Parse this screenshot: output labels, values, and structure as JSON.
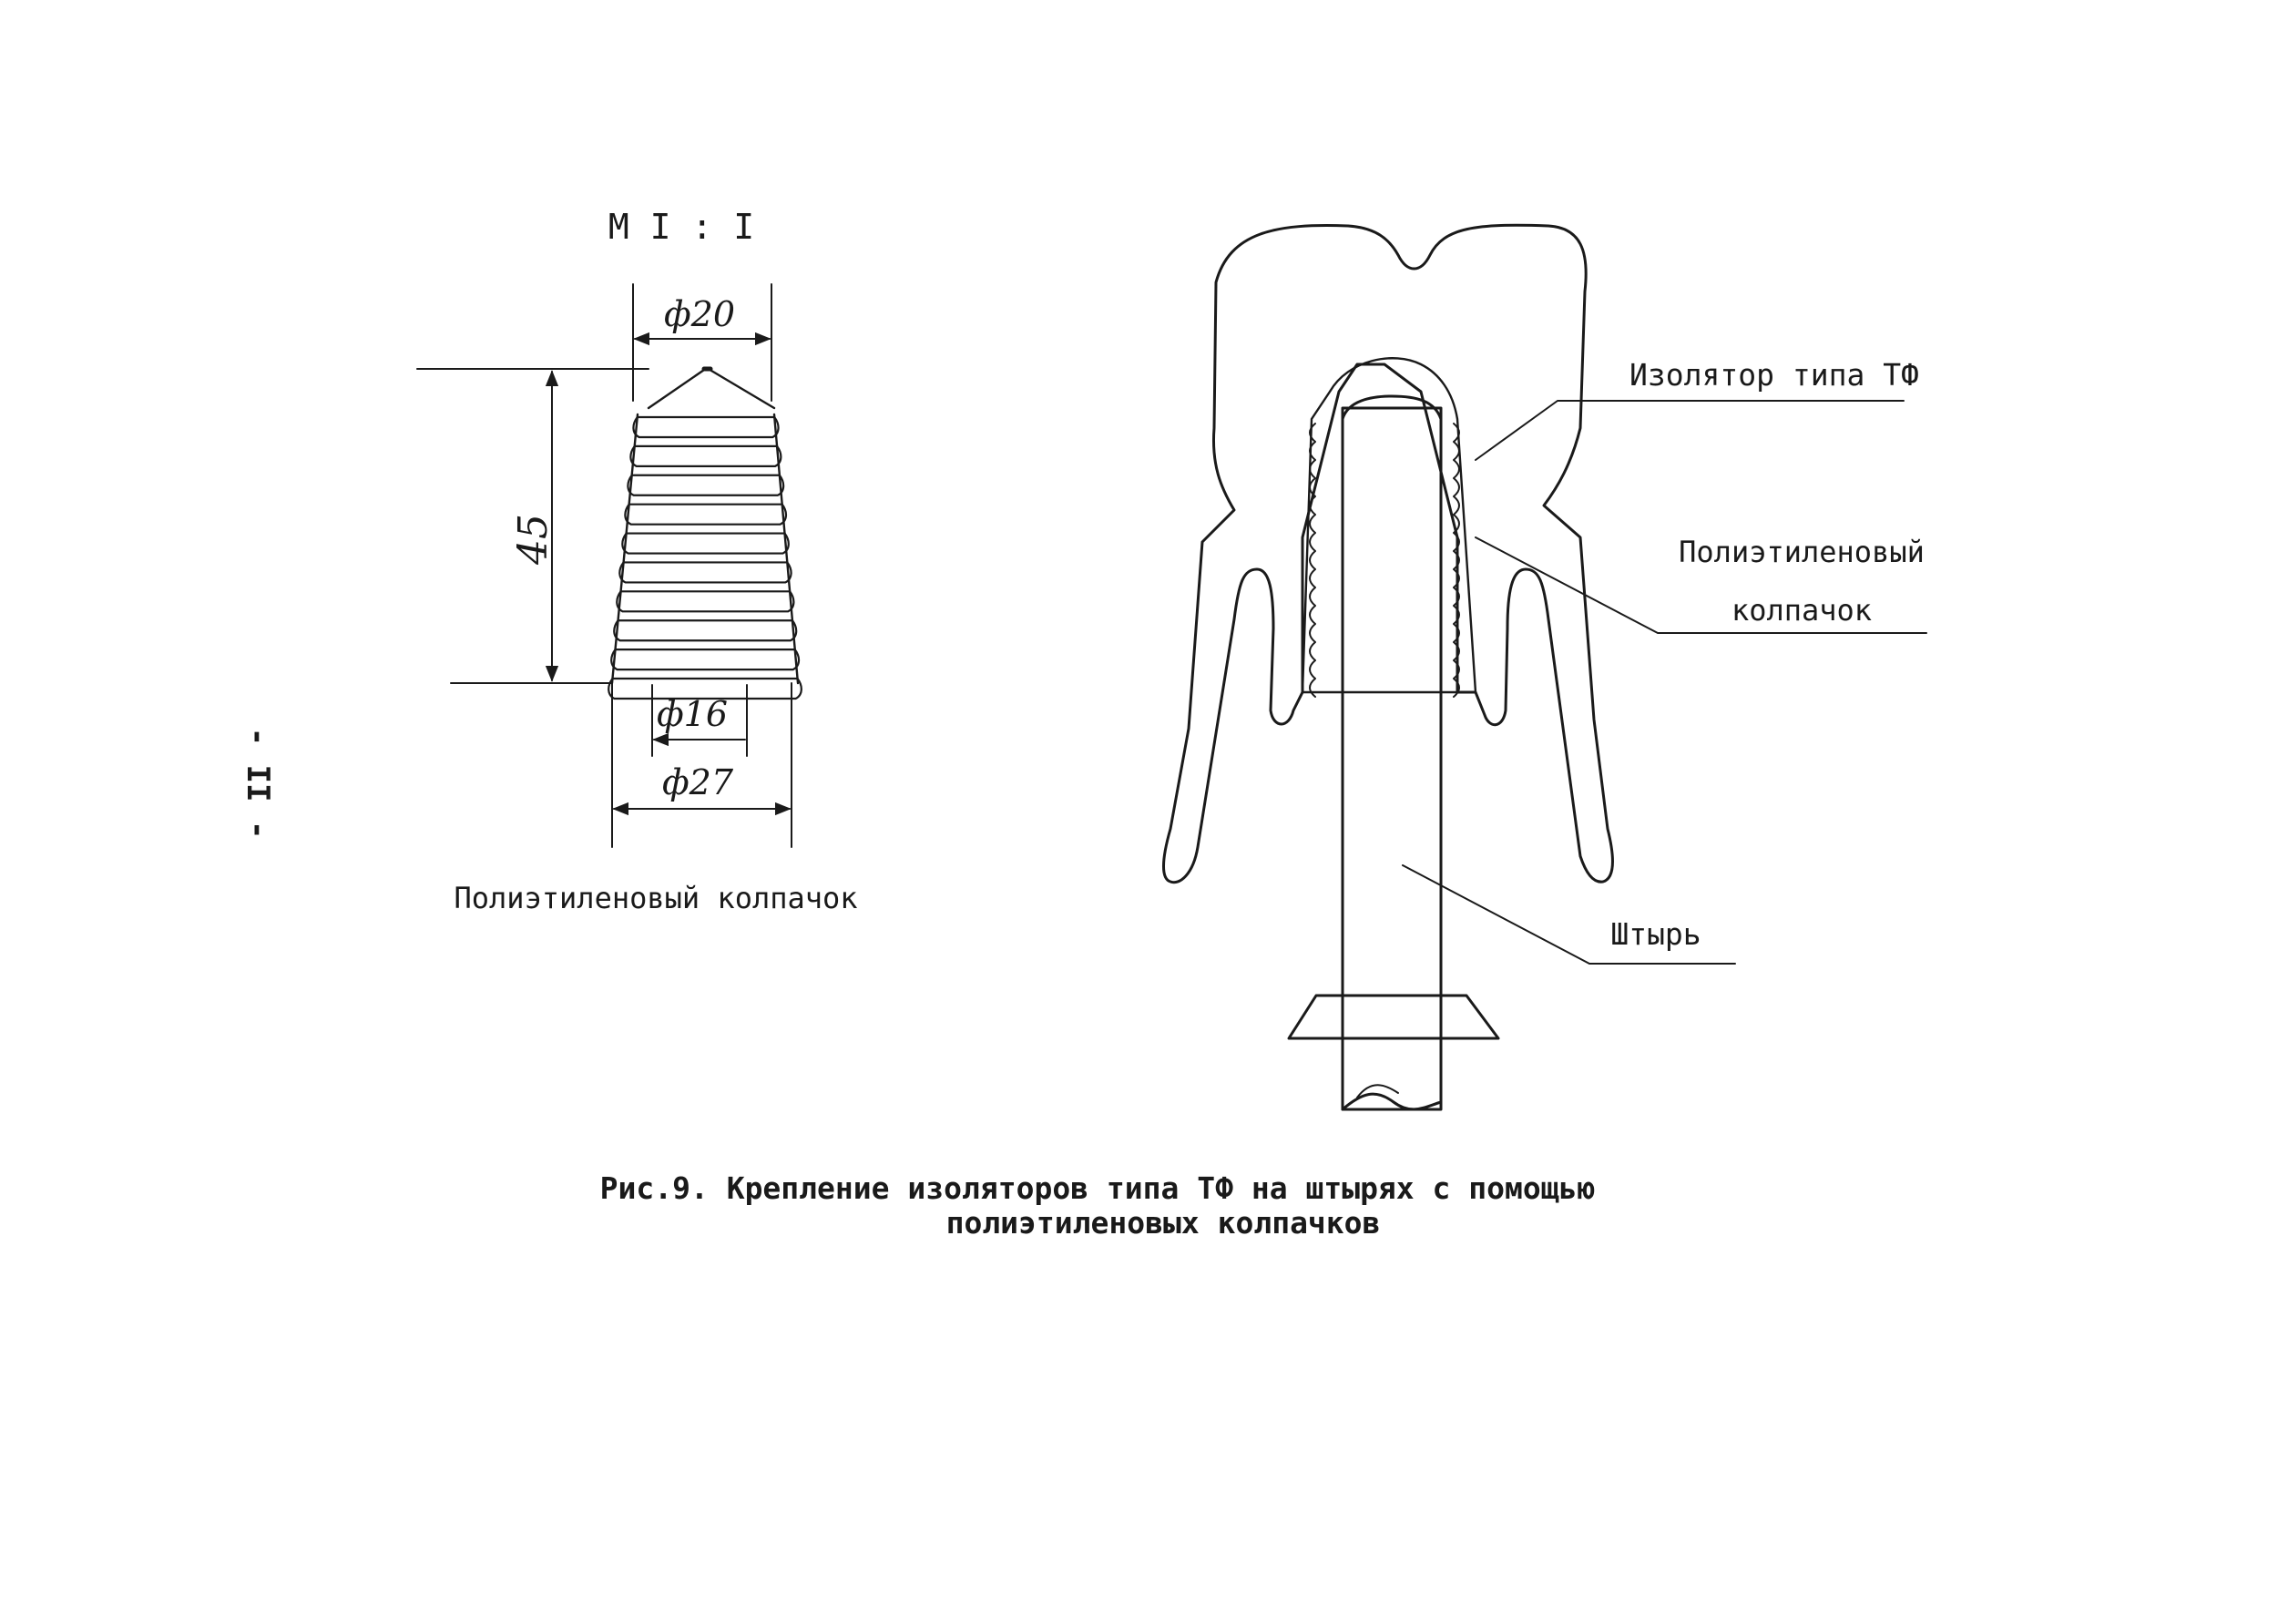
{
  "page_number": "- II -",
  "scale_label": "M I : I",
  "cap_detail": {
    "dim_top": "ф20",
    "dim_height": "45",
    "dim_inner": "ф16",
    "dim_bottom": "ф27",
    "caption": "Полиэтиленовый колпачок"
  },
  "assembly": {
    "label_insulator": "Изолятор типа ТФ",
    "label_cap_line1": "Полиэтиленовый",
    "label_cap_line2": "колпачок",
    "label_pin": "Штырь"
  },
  "figure_caption": {
    "line1": "Рис.9. Крепление изоляторов типа ТФ на штырях с помощью",
    "line2": "полиэтиленовых колпачков"
  }
}
